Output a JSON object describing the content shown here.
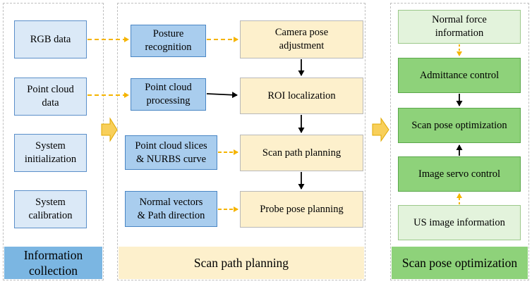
{
  "colors": {
    "info_box": "#dbe9f7",
    "info_banner": "#7bb6e2",
    "process_box": "#a9cdee",
    "plan_box": "#fdf0cc",
    "plan_banner": "#fdf0cc",
    "opt_light_box": "#e3f3dc",
    "opt_dark_box": "#8ed27a",
    "opt_banner": "#8ed27a",
    "dashed_arrow": "#f5b400",
    "big_arrow": "#f8cf5a"
  },
  "information_collection": {
    "banner_line1": "Information",
    "banner_line2": "collection",
    "items": [
      {
        "line1": "RGB data",
        "line2": ""
      },
      {
        "line1": "Point cloud",
        "line2": "data"
      },
      {
        "line1": "System",
        "line2": "initialization"
      },
      {
        "line1": "System",
        "line2": "calibration"
      }
    ]
  },
  "scan_path_planning": {
    "banner": "Scan path planning",
    "inputs": [
      {
        "line1": "Posture",
        "line2": "recognition"
      },
      {
        "line1": "Point cloud",
        "line2": "processing"
      },
      {
        "line1": "Point cloud slices",
        "line2": "& NURBS curve"
      },
      {
        "line1": "Normal vectors",
        "line2": "& Path direction"
      }
    ],
    "steps": [
      {
        "line1": "Camera pose",
        "line2": "adjustment"
      },
      {
        "line1": "ROI localization",
        "line2": ""
      },
      {
        "line1": "Scan path planning",
        "line2": ""
      },
      {
        "line1": "Probe pose planning",
        "line2": ""
      }
    ]
  },
  "scan_pose_optimization": {
    "banner": "Scan pose optimization",
    "boxes": [
      {
        "line1": "Normal force",
        "line2": "information"
      },
      {
        "line1": "Admittance control",
        "line2": ""
      },
      {
        "line1": "Scan pose optimization",
        "line2": ""
      },
      {
        "line1": "Image servo control",
        "line2": ""
      },
      {
        "line1": "US image information",
        "line2": ""
      }
    ]
  }
}
